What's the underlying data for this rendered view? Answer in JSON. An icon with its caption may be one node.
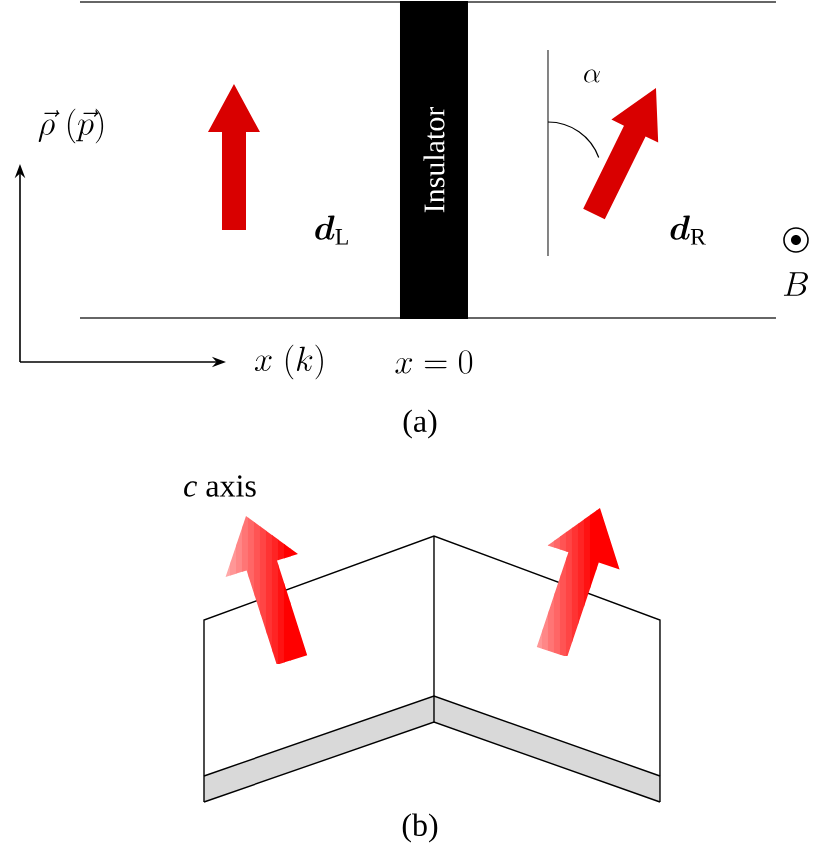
{
  "diagram": {
    "nodes": [
      {
        "text": [
          "Insulator"
        ]
      }
    ],
    "labels": [
      "\\vec{\\rho}\\;(\\vec{p})",
      "\\alpha",
      "\\boldsymbol{d}_{\\mathrm{L}}",
      "\\boldsymbol{d}_{\\mathrm{R}}",
      "B",
      "x\\;(k)",
      "x=0",
      "(a)",
      "*c* axis",
      "(b)"
    ]
  }
}
